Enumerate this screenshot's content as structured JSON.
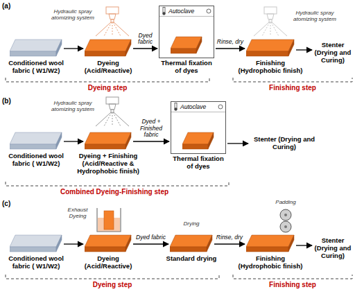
{
  "diagram": {
    "nodes": [
      {
        "text": [
          "Conditioned wool fabric ( W1/W2)"
        ]
      },
      {
        "text": [
          "Dyeing",
          "(Acid/Reactive)"
        ]
      },
      {
        "text": [
          "Autoclave",
          "Thermal fixation of dyes"
        ]
      },
      {
        "text": [
          "Finishing",
          "(Hydrophobic finish)"
        ]
      },
      {
        "text": [
          "Stenter (Drying and Curing)"
        ]
      },
      {
        "text": [
          "Conditioned wool fabric ( W1/W2)"
        ]
      },
      {
        "text": [
          "Dyeing + Finishing",
          "(Acid/Reactive & Hydrophobic finish)"
        ]
      },
      {
        "text": [
          "Autoclave",
          "Thermal fixation of dyes"
        ]
      },
      {
        "text": [
          "Stenter (Drying and Curing)"
        ]
      },
      {
        "text": [
          "Conditioned wool fabric ( W1/W2)"
        ]
      },
      {
        "text": [
          "Dyeing",
          "(Acid/Reactive)"
        ]
      },
      {
        "text": [
          "Standard drying"
        ]
      },
      {
        "text": [
          "Finishing",
          "(Hydrophobic finish)"
        ]
      },
      {
        "text": [
          "Stenter (Drying and Curing)"
        ]
      }
    ],
    "edges": [
      {
        "from": 0,
        "to": 1,
        "arrow": "to"
      },
      {
        "from": 1,
        "to": 2,
        "label": "Dyed fabric",
        "arrow": "to"
      },
      {
        "from": 2,
        "to": 3,
        "label": "Rinse, dry",
        "arrow": "to"
      },
      {
        "from": 3,
        "to": 4,
        "arrow": "to"
      },
      {
        "from": 5,
        "to": 6,
        "arrow": "to"
      },
      {
        "from": 6,
        "to": 7,
        "label": "Dyed + Finished fabric",
        "arrow": "to"
      },
      {
        "from": 7,
        "to": 8,
        "arrow": "to"
      },
      {
        "from": 9,
        "to": 10,
        "arrow": "to"
      },
      {
        "from": 10,
        "to": 11,
        "label": "Dyed fabric",
        "arrow": "to"
      },
      {
        "from": 11,
        "to": 12,
        "label": "Rinse, dry",
        "arrow": "to"
      },
      {
        "from": 12,
        "to": 13,
        "arrow": "to"
      }
    ],
    "labels": [
      "(a)",
      "Hydraulic spray atomizing system",
      "Hydraulic spray atomizing system",
      "Dyeing step",
      "Finishing step",
      "(b)",
      "Hydraulic spray atomizing system",
      "Combined Dyeing-Finishing step",
      "(c)",
      "Exhaust Dyeing",
      "Drying",
      "Padding",
      "Dyeing step",
      "Finishing step"
    ]
  }
}
